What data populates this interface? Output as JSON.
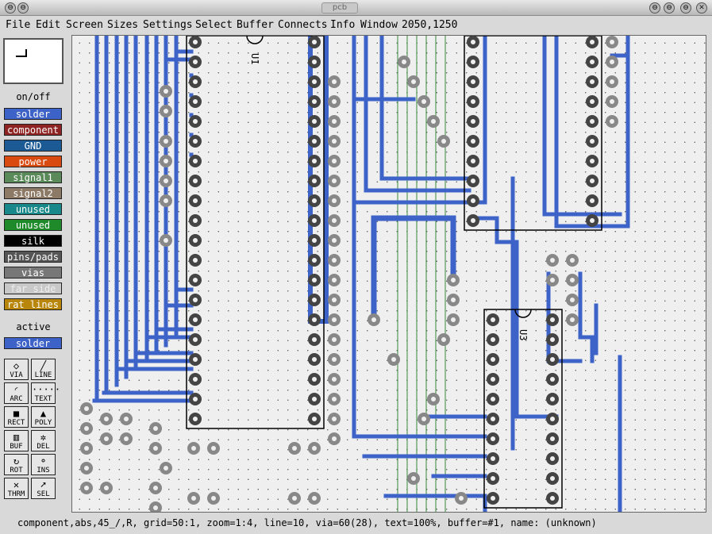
{
  "window": {
    "title": "pcb"
  },
  "menu": [
    "File",
    "Edit",
    "Screen",
    "Sizes",
    "Settings",
    "Select",
    "Buffer",
    "Connects",
    "Info",
    "Window",
    "2050,1250"
  ],
  "sidebar": {
    "onoff_title": "on/off",
    "layers": [
      {
        "label": "solder",
        "color": "#3d63c8"
      },
      {
        "label": "component",
        "color": "#8e2323"
      },
      {
        "label": "GND",
        "color": "#1c5a96"
      },
      {
        "label": "power",
        "color": "#d94a10"
      },
      {
        "label": "signal1",
        "color": "#5a8a5a"
      },
      {
        "label": "signal2",
        "color": "#8c7a66"
      },
      {
        "label": "unused",
        "color": "#19888a"
      },
      {
        "label": "unused",
        "color": "#1e8a2a"
      },
      {
        "label": "silk",
        "color": "#000000"
      },
      {
        "label": "pins/pads",
        "color": "#555555"
      },
      {
        "label": "vias",
        "color": "#777777"
      },
      {
        "label": "far side",
        "color": "#c8c8c8"
      },
      {
        "label": "rat lines",
        "color": "#b8860b"
      }
    ],
    "active_title": "active",
    "active_layer": {
      "label": "solder",
      "color": "#3d63c8"
    },
    "tools": [
      {
        "label": "VIA",
        "icon": "via-icon",
        "glyph": "◇"
      },
      {
        "label": "LINE",
        "icon": "line-icon",
        "glyph": "╱"
      },
      {
        "label": "ARC",
        "icon": "arc-icon",
        "glyph": "◜"
      },
      {
        "label": "TEXT",
        "icon": "text-icon",
        "glyph": "·····"
      },
      {
        "label": "RECT",
        "icon": "rect-icon",
        "glyph": "■"
      },
      {
        "label": "POLY",
        "icon": "poly-icon",
        "glyph": "▲"
      },
      {
        "label": "BUF",
        "icon": "buffer-icon",
        "glyph": "▥"
      },
      {
        "label": "DEL",
        "icon": "delete-icon",
        "glyph": "✲"
      },
      {
        "label": "ROT",
        "icon": "rotate-icon",
        "glyph": "↻"
      },
      {
        "label": "INS",
        "icon": "insert-icon",
        "glyph": "⚬"
      },
      {
        "label": "THRM",
        "icon": "thermal-icon",
        "glyph": "✕"
      },
      {
        "label": "SEL",
        "icon": "select-arrow-icon",
        "glyph": "➚"
      }
    ]
  },
  "board": {
    "trace_color": "#3d63c8",
    "ratline_color": "#3a8a3a",
    "components": [
      {
        "refdes": "U1",
        "orientation": "vertical"
      },
      {
        "refdes": "U3",
        "orientation": "vertical"
      }
    ]
  },
  "status": "component,abs,45_/,R, grid=50:1, zoom=1:4, line=10, via=60(28), text=100%, buffer=#1, name: (unknown)"
}
